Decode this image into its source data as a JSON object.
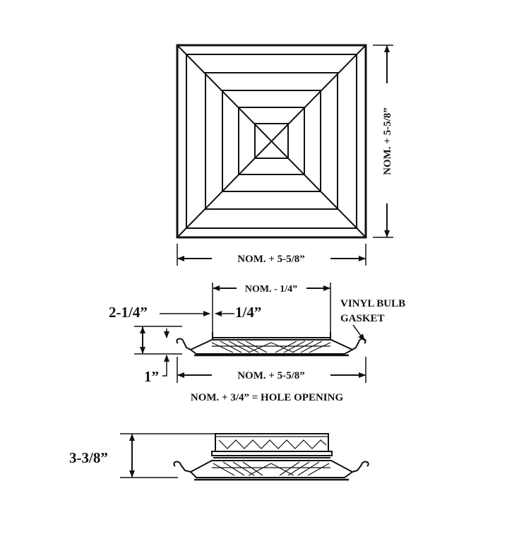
{
  "plan_view": {
    "width_label": "NOM. + 5-5/8”",
    "height_label": "NOM. + 5-5/8”"
  },
  "side_view": {
    "neck_width_label": "NOM. - 1/4”",
    "gasket_label_line1": "VINYL BULB",
    "gasket_label_line2": "GASKET",
    "height_label": "2-1/4”",
    "neck_offset_label": "1/4”",
    "lip_label": "1”",
    "overall_width_label": "NOM. + 5-5/8”",
    "hole_opening_label": "NOM. + 3/4” = HOLE OPENING"
  },
  "extended_view": {
    "height_label": "3-3/8”"
  }
}
